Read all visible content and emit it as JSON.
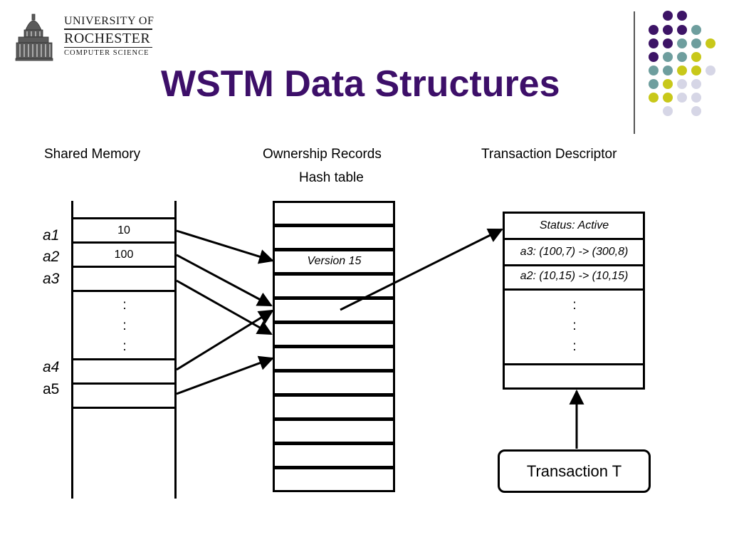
{
  "logo": {
    "line1": "UNIVERSITY OF",
    "line2": "ROCHESTER",
    "line3": "COMPUTER SCIENCE"
  },
  "title": "WSTM Data Structures",
  "headers": {
    "shared_memory": "Shared Memory",
    "ownership_records": "Ownership Records",
    "hash_table": "Hash table",
    "transaction_descriptor": "Transaction Descriptor"
  },
  "shared_memory": {
    "labels": [
      "a1",
      "a2",
      "a3",
      "a4",
      "a5"
    ],
    "values": [
      "10",
      "100"
    ],
    "ellipsis": ":"
  },
  "ownership_records": {
    "version_label": "Version 15"
  },
  "descriptor": {
    "status": "Status: Active",
    "entries": [
      "a3: (100,7) -> (300,8)",
      "a2: (10,15) -> (10,15)"
    ],
    "ellipsis": ":"
  },
  "transaction": "Transaction T",
  "colors": {
    "title": "#3d0f69",
    "dot_purple": "#3d1466",
    "dot_teal": "#6e9e9e",
    "dot_yellow": "#c8c81a",
    "dot_lavender": "#d6d6e6"
  }
}
